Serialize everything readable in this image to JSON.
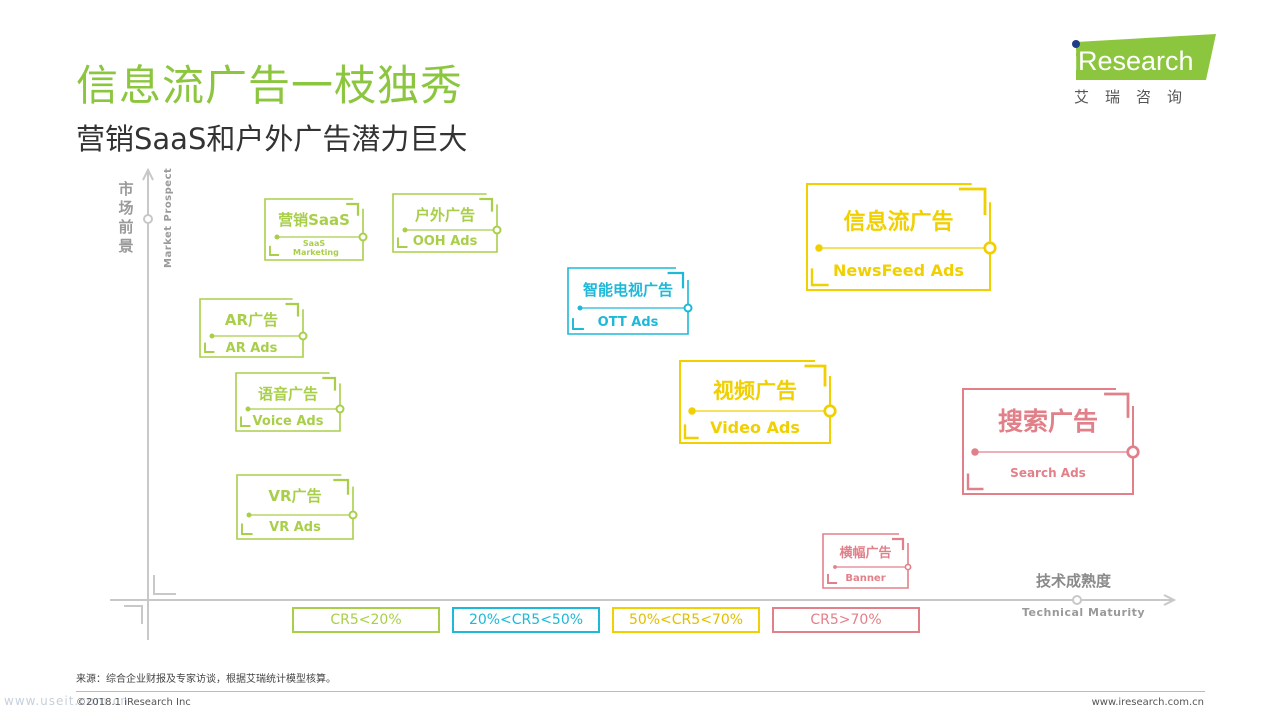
{
  "header": {
    "title": "信息流广告一枝独秀",
    "subtitle": "营销SaaS和户外广告潜力巨大"
  },
  "logo": {
    "brand": "iResearch",
    "brand_cn": "艾瑞咨询",
    "colors": {
      "green": "#8cc63f",
      "blue": "#1f3c88"
    }
  },
  "axes": {
    "y_cn": [
      "市",
      "场",
      "前",
      "景"
    ],
    "y_en": "Market Prospect",
    "x_cn": "技术成熟度",
    "x_en": "Technical Maturity"
  },
  "legend": [
    {
      "label": "CR5<20%",
      "color": "#a9cf4a"
    },
    {
      "label": "20%<CR5<50%",
      "color": "#1eb8d8"
    },
    {
      "label": "50%<CR5<70%",
      "color": "#f0d000"
    },
    {
      "label": "CR5>70%",
      "color": "#e2808a"
    }
  ],
  "nodes": [
    {
      "id": "saas",
      "cn": "营销SaaS",
      "en": "SaaS Marketing",
      "color": "#a9cf4a"
    },
    {
      "id": "ooh",
      "cn": "户外广告",
      "en": "OOH Ads",
      "color": "#a9cf4a"
    },
    {
      "id": "ar",
      "cn": "AR广告",
      "en": "AR Ads",
      "color": "#a9cf4a"
    },
    {
      "id": "voice",
      "cn": "语音广告",
      "en": "Voice Ads",
      "color": "#a9cf4a"
    },
    {
      "id": "vr",
      "cn": "VR广告",
      "en": "VR Ads",
      "color": "#a9cf4a"
    },
    {
      "id": "ott",
      "cn": "智能电视广告",
      "en": "OTT Ads",
      "color": "#1eb8d8"
    },
    {
      "id": "newsfeed",
      "cn": "信息流广告",
      "en": "NewsFeed Ads",
      "color": "#f0d000"
    },
    {
      "id": "video",
      "cn": "视频广告",
      "en": "Video Ads",
      "color": "#f0d000"
    },
    {
      "id": "search",
      "cn": "搜索广告",
      "en": "Search Ads",
      "color": "#e2808a"
    },
    {
      "id": "banner",
      "cn": "横幅广告",
      "en": "Banner",
      "color": "#e2808a"
    }
  ],
  "footer": {
    "source": "来源：综合企业财报及专家访谈，根据艾瑞统计模型核算。",
    "copyright": "©2018.1 iResearch Inc",
    "website": "www.iresearch.com.cn",
    "watermark": "www.useit.com.cn"
  }
}
